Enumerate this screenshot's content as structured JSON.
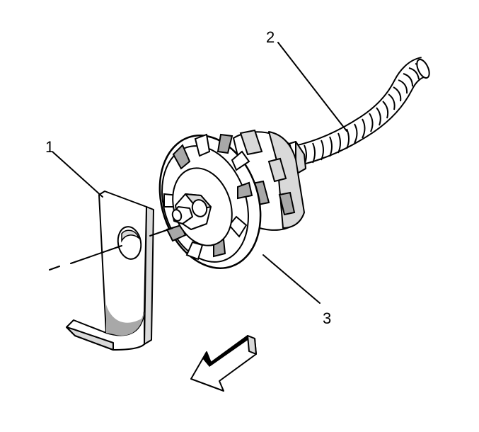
{
  "callouts": {
    "bracket": "1",
    "harness": "2",
    "sensor": "3"
  },
  "colors": {
    "line": "#000000",
    "fill": "#ffffff",
    "shade": "#d9d9d9",
    "dark_shade": "#a8a8a8"
  }
}
